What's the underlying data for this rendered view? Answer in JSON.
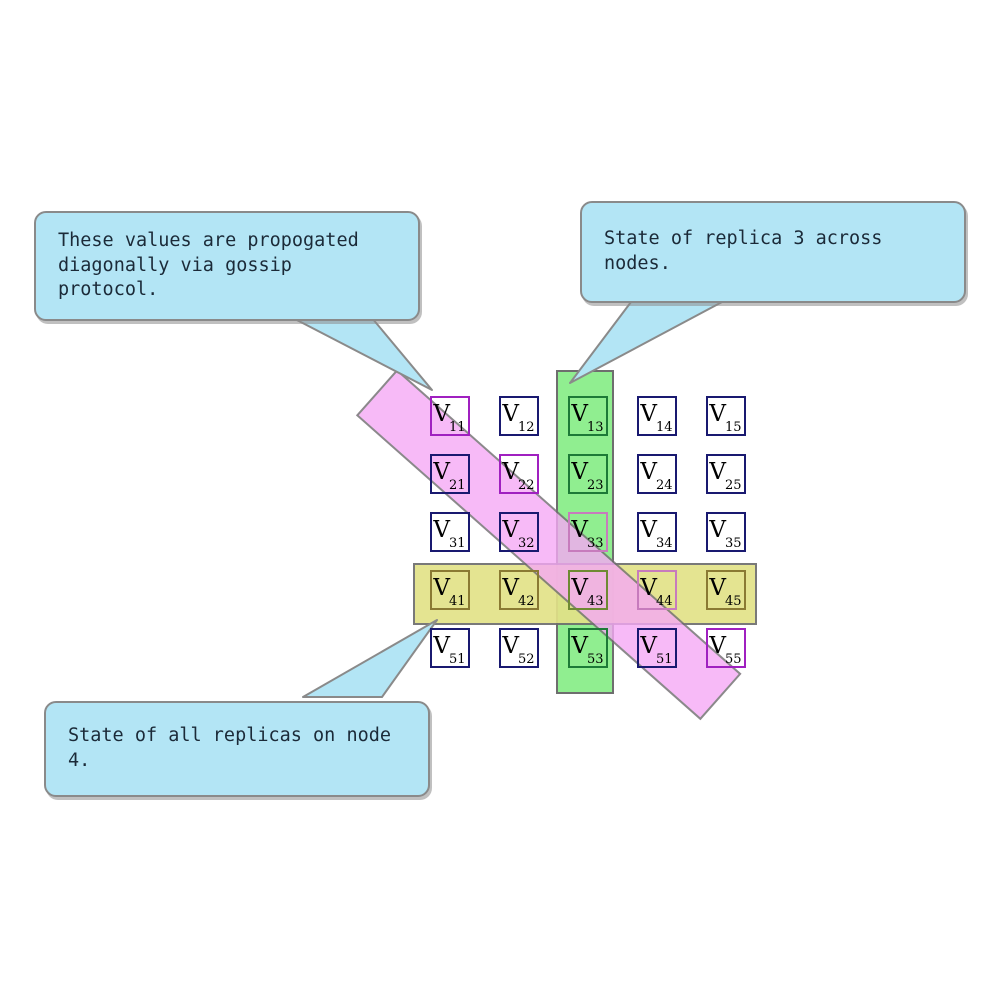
{
  "diagram": {
    "title": "Replica state grid with gossip propagation",
    "colors": {
      "cell_border": "#191970",
      "column_highlight": "#90ee90",
      "row_highlight": "#e2e288",
      "diagonal_highlight": "#f6a9f6",
      "callout_fill": "#b3e5f5",
      "callout_border": "#8a8a8a",
      "band_border": "#6e6e6e",
      "callout_text": "#1b2a38"
    }
  },
  "grid": {
    "rows": 5,
    "cols": 5,
    "cells": [
      [
        {
          "base": "V",
          "sub": "11",
          "highlight": "diagonal"
        },
        {
          "base": "V",
          "sub": "12",
          "highlight": "none"
        },
        {
          "base": "V",
          "sub": "13",
          "highlight": "column"
        },
        {
          "base": "V",
          "sub": "14",
          "highlight": "none"
        },
        {
          "base": "V",
          "sub": "15",
          "highlight": "none"
        }
      ],
      [
        {
          "base": "V",
          "sub": "21",
          "highlight": "none"
        },
        {
          "base": "V",
          "sub": "22",
          "highlight": "diagonal"
        },
        {
          "base": "V",
          "sub": "23",
          "highlight": "column"
        },
        {
          "base": "V",
          "sub": "24",
          "highlight": "none"
        },
        {
          "base": "V",
          "sub": "25",
          "highlight": "none"
        }
      ],
      [
        {
          "base": "V",
          "sub": "31",
          "highlight": "none"
        },
        {
          "base": "V",
          "sub": "32",
          "highlight": "none"
        },
        {
          "base": "V",
          "sub": "33",
          "highlight": "column-diagonal"
        },
        {
          "base": "V",
          "sub": "34",
          "highlight": "none"
        },
        {
          "base": "V",
          "sub": "35",
          "highlight": "none"
        }
      ],
      [
        {
          "base": "V",
          "sub": "41",
          "highlight": "row"
        },
        {
          "base": "V",
          "sub": "42",
          "highlight": "row"
        },
        {
          "base": "V",
          "sub": "43",
          "highlight": "row-column"
        },
        {
          "base": "V",
          "sub": "44",
          "highlight": "row-diagonal"
        },
        {
          "base": "V",
          "sub": "45",
          "highlight": "row"
        }
      ],
      [
        {
          "base": "V",
          "sub": "51",
          "highlight": "none"
        },
        {
          "base": "V",
          "sub": "52",
          "highlight": "none"
        },
        {
          "base": "V",
          "sub": "53",
          "highlight": "column"
        },
        {
          "base": "V",
          "sub": "51",
          "highlight": "none"
        },
        {
          "base": "V",
          "sub": "55",
          "highlight": "diagonal"
        }
      ]
    ]
  },
  "callouts": [
    {
      "id": "callout-diagonal",
      "text": "These values are propogated\ndiagonally via gossip protocol.",
      "points_to": "V11"
    },
    {
      "id": "callout-column",
      "text": "State of replica 3 across nodes.",
      "points_to": "V13"
    },
    {
      "id": "callout-row",
      "text": "State of all replicas on node 4.",
      "points_to": "V41"
    }
  ]
}
